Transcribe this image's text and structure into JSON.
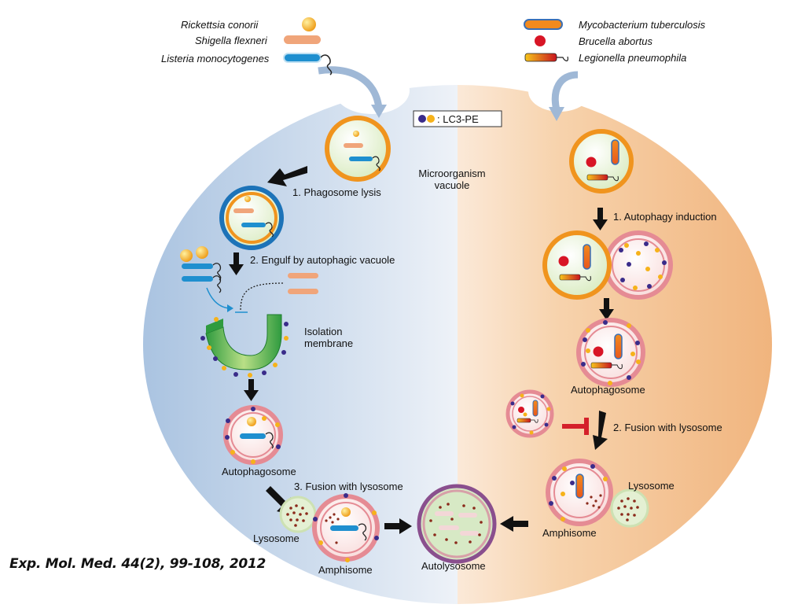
{
  "legend_left": {
    "rickettsia": "Rickettsia conorii",
    "shigella": "Shigella flexneri",
    "listeria": "Listeria monocytogenes"
  },
  "legend_right": {
    "mycobacterium": "Mycobacterium tuberculosis",
    "brucella": "Brucella abortus",
    "legionella": "Legionella pneumophila"
  },
  "lc3_key": ": LC3-PE",
  "left_pathway": {
    "microorganism_vacuole": "Microorganism vacuole",
    "step1": "1. Phagosome lysis",
    "step2": "2. Engulf by autophagic vacuole",
    "isolation_membrane": "Isolation membrane",
    "autophagosome": "Autophagosome",
    "step3": "3. Fusion with lysosome",
    "lysosome": "Lysosome",
    "amphisome": "Amphisome"
  },
  "center": {
    "autolysosome": "Autolysosome"
  },
  "right_pathway": {
    "step1": "1. Autophagy induction",
    "autophagosome": "Autophagosome",
    "step2": "2. Fusion with lysosome",
    "lysosome": "Lysosome",
    "amphisome": "Amphisome"
  },
  "citation": "Exp. Mol. Med. 44(2), 99-108, 2012",
  "colors": {
    "cell_left": "#b9cfe6",
    "cell_right": "#f3c9a0",
    "vacuole_orange": "#f0941e",
    "membrane_pink": "#e58b94",
    "lc3_blue": "#3a2c8a",
    "rickettsia": "#f6b21a",
    "shigella": "#f0a57a",
    "listeria": "#1f8fcf",
    "brucella": "#d81526",
    "inhibit_red": "#d4202a"
  }
}
